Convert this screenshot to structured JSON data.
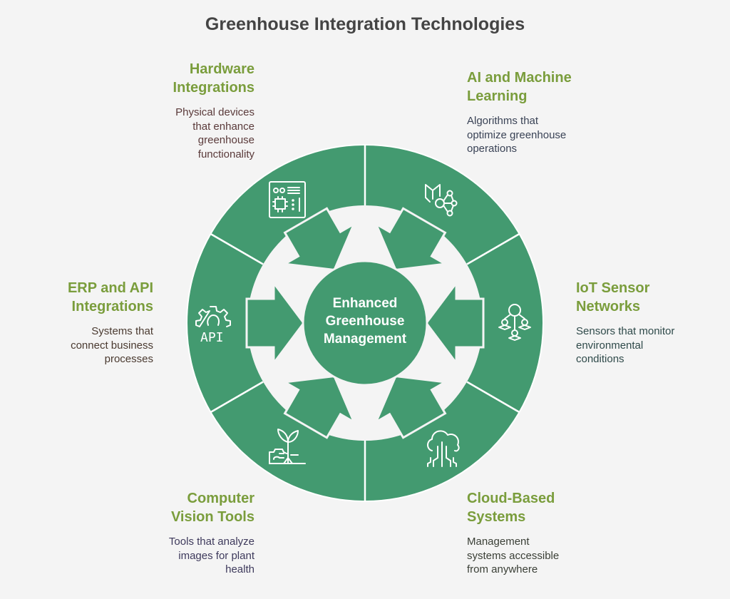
{
  "title": "Greenhouse Integration Technologies",
  "center": {
    "line1": "Enhanced",
    "line2": "Greenhouse",
    "line3": "Management"
  },
  "colors": {
    "background": "#f4f4f4",
    "ring_green": "#439a70",
    "heading_green": "#7a9d3c",
    "title_gray": "#444444"
  },
  "segments": [
    {
      "id": "hardware",
      "title_line1": "Hardware",
      "title_line2": "Integrations",
      "desc_line1": "Physical devices",
      "desc_line2": "that enhance",
      "desc_line3": "greenhouse",
      "desc_line4": "functionality",
      "icon": "circuit-board-icon",
      "desc_color": "#5a3a3a"
    },
    {
      "id": "ai",
      "title_line1": "AI and Machine",
      "title_line2": "Learning",
      "desc_line1": "Algorithms that",
      "desc_line2": "optimize greenhouse",
      "desc_line3": "operations",
      "icon": "book-network-icon",
      "desc_color": "#3a4356"
    },
    {
      "id": "iot",
      "title_line1": "IoT Sensor",
      "title_line2": "Networks",
      "desc_line1": "Sensors that monitor",
      "desc_line2": "environmental",
      "desc_line3": "conditions",
      "icon": "sensor-network-icon",
      "desc_color": "#2f4a4a"
    },
    {
      "id": "cloud",
      "title_line1": "Cloud-Based",
      "title_line2": "Systems",
      "desc_line1": "Management",
      "desc_line2": "systems accessible",
      "desc_line3": "from anywhere",
      "icon": "cloud-circuit-icon",
      "desc_color": "#3a3f36"
    },
    {
      "id": "vision",
      "title_line1": "Computer",
      "title_line2": "Vision Tools",
      "desc_line1": "Tools that analyze",
      "desc_line2": "images for plant",
      "desc_line3": "health",
      "icon": "plant-sprout-icon",
      "desc_color": "#3e3a5c"
    },
    {
      "id": "erp",
      "title_line1": "ERP and API",
      "title_line2": "Integrations",
      "desc_line1": "Systems that",
      "desc_line2": "connect business",
      "desc_line3": "processes",
      "icon": "gear-api-icon",
      "desc_color": "#4a3a30"
    }
  ],
  "icon_text": {
    "api": "API"
  }
}
